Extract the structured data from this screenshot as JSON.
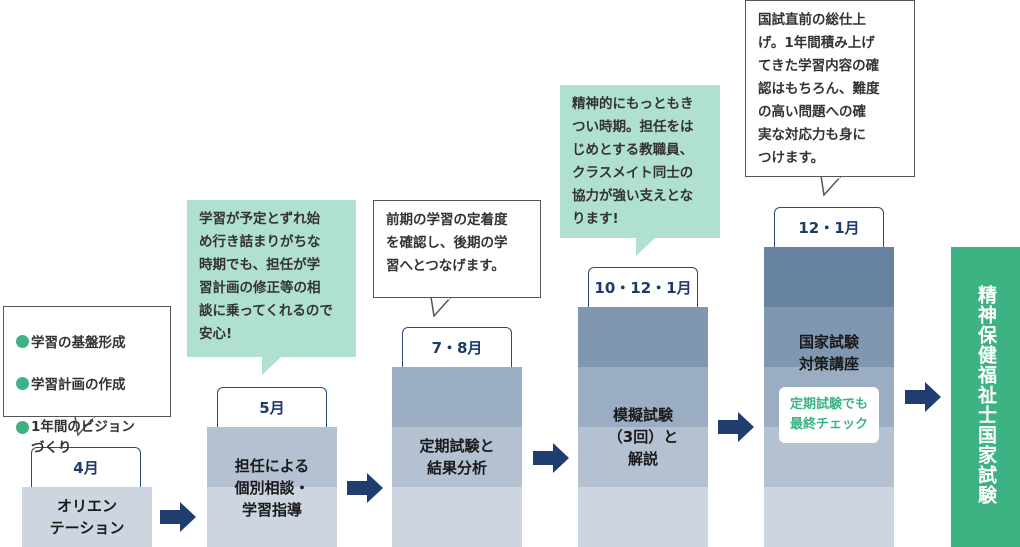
{
  "steps": [
    {
      "period": "4月",
      "label": "オリエン\nテーション"
    },
    {
      "period": "5月",
      "label": "担任による\n個別相談・\n学習指導"
    },
    {
      "period": "7・8月",
      "label": "定期試験と\n結果分析"
    },
    {
      "period": "10・12・1月",
      "label": "模擬試験\n（3回）と\n解説"
    },
    {
      "period": "12・1月",
      "label": "国家試験\n対策講座",
      "note": "定期試験でも\n最終チェック"
    }
  ],
  "bubbles": {
    "b1_items": [
      "学習の基盤形成",
      "学習計画の作成",
      "1年間のビジョン\nづくり"
    ],
    "b2": "学習が予定とずれ始\nめ行き詰まりがちな\n時期でも、担任が学\n習計画の修正等の相\n談に乗ってくれるので\n安心!",
    "b3": "前期の学習の定着度\nを確認し、後期の学\n習へとつなげます。",
    "b4": "精神的にもっともき\nつい時期。担任をは\nじめとする教職員、\nクラスメイト同士の\n協力が強い支えとな\nります!",
    "b5": "国試直前の総仕上\nげ。1年間積み上げ\nてきた学習内容の確\n認はもちろん、難度\nの高い問題への確\n実な対応力も身に\nつけます。"
  },
  "goal": "精神保健福祉士国家試験",
  "colors": {
    "navy": "#1f3d6e",
    "green": "#3db383",
    "light_green": "#b0e0cf",
    "layers": [
      "#cdd6e0",
      "#b3c1d1",
      "#9aadc2",
      "#7f97b1",
      "#6783a1"
    ]
  }
}
